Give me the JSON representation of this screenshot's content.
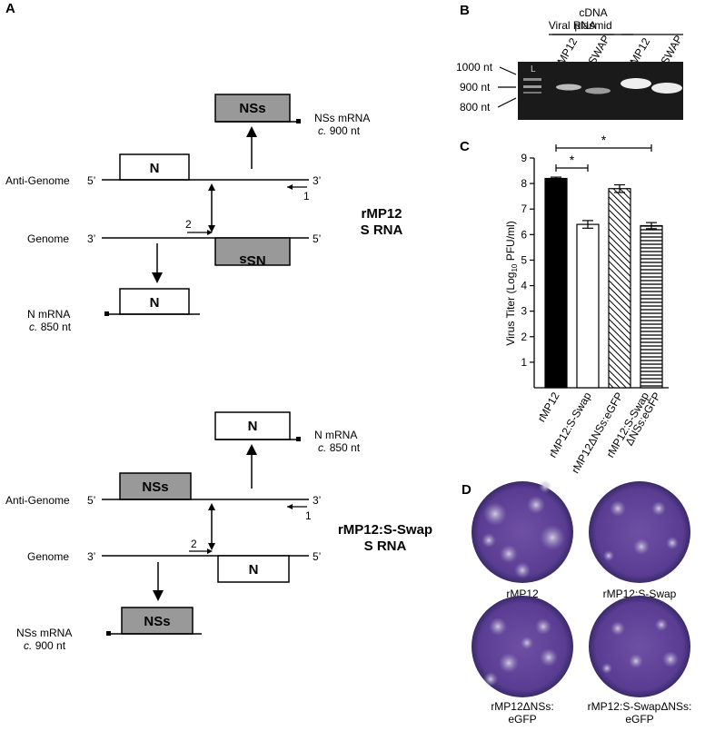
{
  "panels": {
    "a": "A",
    "b": "B",
    "c": "C",
    "d": "D"
  },
  "diagram_top": {
    "anti_genome": "Anti-Genome",
    "genome": "Genome",
    "five_prime": "5’",
    "three_prime": "3’",
    "primer_1": "1",
    "primer_2": "2",
    "box_n_antigenome": "N",
    "box_nss_genome": "NSs",
    "mrna_top_box": "NSs",
    "mrna_top_name": "NSs mRNA",
    "mrna_top_size_prefix": "c.",
    "mrna_top_size": "900 nt",
    "mrna_bottom_box": "N",
    "mrna_bottom_name": "N mRNA",
    "mrna_bottom_size_prefix": "c.",
    "mrna_bottom_size": "850 nt",
    "title_line1": "rMP12",
    "title_line2": "S RNA",
    "box_colors": {
      "nss": "#999999",
      "n": "#ffffff"
    }
  },
  "diagram_bottom": {
    "anti_genome": "Anti-Genome",
    "genome": "Genome",
    "five_prime": "5’",
    "three_prime": "3’",
    "primer_1": "1",
    "primer_2": "2",
    "box_nss_antigenome": "NSs",
    "box_n_genome": "N",
    "mrna_top_box": "N",
    "mrna_top_name": "N mRNA",
    "mrna_top_size_prefix": "c.",
    "mrna_top_size": "850 nt",
    "mrna_bottom_box": "NSs",
    "mrna_bottom_name": "NSs mRNA",
    "mrna_bottom_size_prefix": "c.",
    "mrna_bottom_size": "900 nt",
    "title_line1": "rMP12:S-Swap",
    "title_line2": "S RNA"
  },
  "gel": {
    "group_viral": "Viral RNA",
    "group_cdna_line1": "cDNA",
    "group_cdna_line2": "plasmid",
    "lanes": [
      "MP12",
      "SWAP",
      "MP12",
      "SWAP"
    ],
    "ladder_label": "L",
    "markers": [
      "1000 nt",
      "900 nt",
      "800 nt"
    ]
  },
  "chart_data": {
    "type": "bar",
    "ylabel_main": "Virus Titer (Log",
    "ylabel_sub": "10",
    "ylabel_tail": " PFU/ml)",
    "ylim": [
      0,
      9
    ],
    "yticks": [
      "1",
      "2",
      "3",
      "4",
      "5",
      "6",
      "7",
      "8",
      "9"
    ],
    "categories": [
      "rMP12",
      "rMP12:S-Swap",
      "rMP12ΔNSs:eGFP",
      "rMP12:S-Swap\nΔNSs:eGFP"
    ],
    "category_lines": [
      [
        "rMP12"
      ],
      [
        "rMP12:S-Swap"
      ],
      [
        "rMP12ΔNSs:eGFP"
      ],
      [
        "rMP12:S-Swap",
        "ΔNSs:eGFP"
      ]
    ],
    "values": [
      8.2,
      6.4,
      7.8,
      6.35
    ],
    "errors": [
      0.05,
      0.15,
      0.15,
      0.12
    ],
    "fills": [
      "solid",
      "white",
      "diagonal",
      "horizontal"
    ],
    "significance": [
      {
        "from": 0,
        "to": 1,
        "label": "*"
      },
      {
        "from": 0,
        "to": 3,
        "label": "*"
      }
    ]
  },
  "plaques": {
    "labels": [
      [
        "rMP12"
      ],
      [
        "rMP12:S-Swap"
      ],
      [
        "rMP12ΔNSs:",
        "eGFP"
      ],
      [
        "rMP12:S-SwapΔNSs:",
        "eGFP"
      ]
    ]
  }
}
